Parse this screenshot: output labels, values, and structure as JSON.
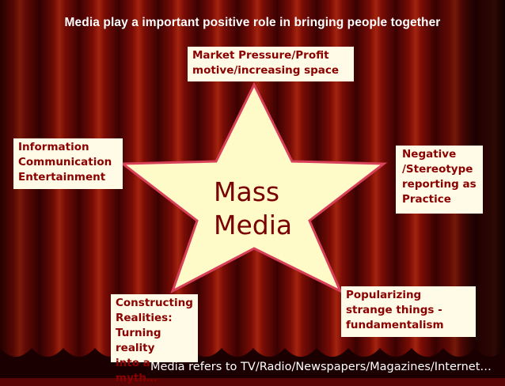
{
  "title": "Media play a important positive role in bringing people together",
  "center": "Mass\nMedia",
  "boxes": {
    "top": "Market Pressure/Profit\nmotive/increasing space",
    "left": "Information\nCommunication\nEntertainment",
    "right": "Negative\n/Stereotype\nreporting as\nPractice",
    "bottom_right": "Popularizing\nstrange things -\nfundamentalism",
    "bottom_left": "Constructing\nRealities:\nTurning reality\ninto a myth…"
  },
  "footer": "Media refers to TV/Radio/Newspapers/Magazines/Internet…",
  "colors": {
    "background": "#5a0505",
    "star_fill": "#fffbc8",
    "star_stroke": "#d8405a",
    "box_fill": "#fffbe6",
    "box_text": "#8b0000",
    "title_text": "#ffffff"
  }
}
